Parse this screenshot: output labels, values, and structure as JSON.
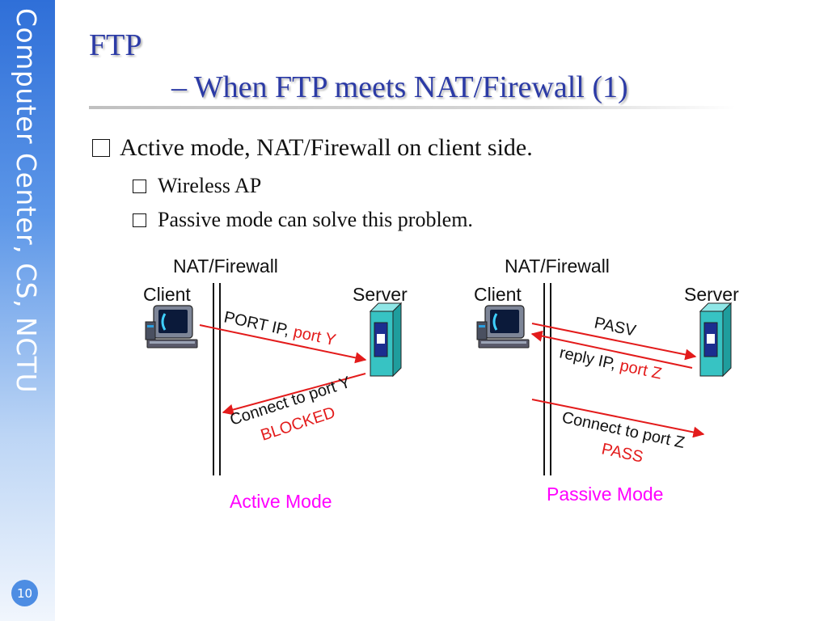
{
  "sidebar": {
    "label": "Computer Center, CS, NCTU",
    "page_number": "10"
  },
  "header": {
    "title": "FTP",
    "subtitle": "– When FTP meets NAT/Firewall (1)"
  },
  "bullets": [
    {
      "text": "Active mode, NAT/Firewall on client side."
    },
    {
      "text": "Wireless AP"
    },
    {
      "text": "Passive mode can solve this problem."
    }
  ],
  "diagram": {
    "active": {
      "firewall_label": "NAT/Firewall",
      "client_label": "Client",
      "server_label": "Server",
      "msg1_main": "PORT IP, ",
      "msg1_red": "port Y",
      "msg2_main": "Connect to port Y",
      "msg2_red": "BLOCKED",
      "caption": "Active Mode"
    },
    "passive": {
      "firewall_label": "NAT/Firewall",
      "client_label": "Client",
      "server_label": "Server",
      "msg1": "PASV",
      "msg2_main": "reply IP, ",
      "msg2_red": "port Z",
      "msg3_main": "Connect to port Z",
      "msg3_red": "PASS",
      "caption": "Passive Mode"
    }
  },
  "colors": {
    "accent_red": "#e31b1b",
    "caption_magenta": "#ff00ff",
    "title_blue": "#2c3ba6",
    "server_teal": "#37c3c3"
  }
}
